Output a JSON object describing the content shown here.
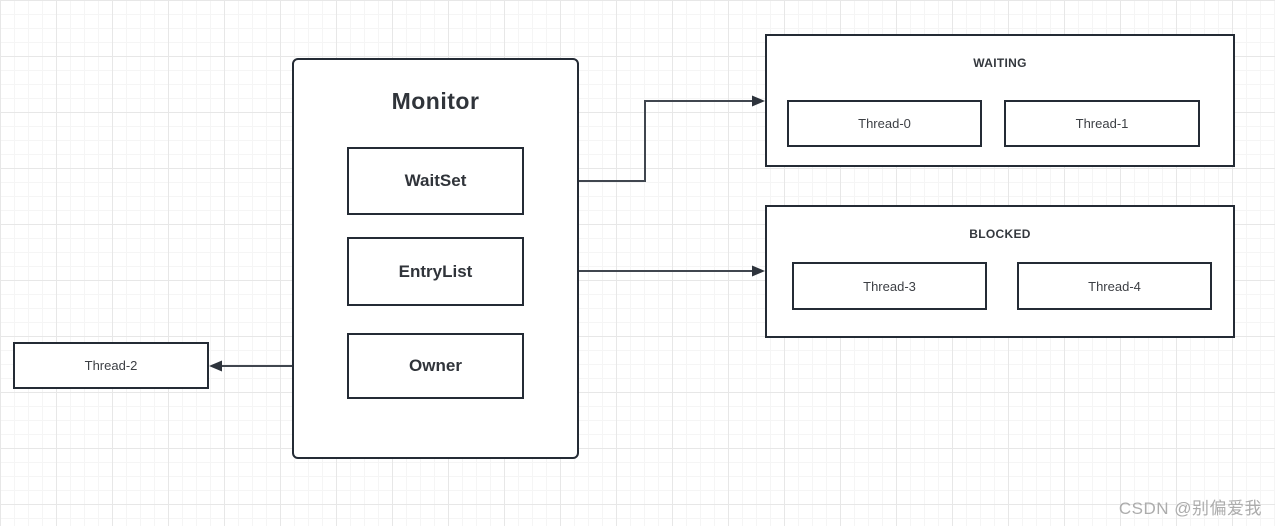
{
  "monitor": {
    "title": "Monitor",
    "items": [
      {
        "label": "WaitSet"
      },
      {
        "label": "EntryList"
      },
      {
        "label": "Owner"
      }
    ]
  },
  "groups": {
    "waiting": {
      "title": "WAITING",
      "threads": [
        {
          "label": "Thread-0"
        },
        {
          "label": "Thread-1"
        }
      ]
    },
    "blocked": {
      "title": "BLOCKED",
      "threads": [
        {
          "label": "Thread-3"
        },
        {
          "label": "Thread-4"
        }
      ]
    }
  },
  "owner_target": {
    "label": "Thread-2"
  },
  "connections": [
    {
      "from": "WaitSet",
      "to": "WAITING"
    },
    {
      "from": "EntryList",
      "to": "BLOCKED"
    },
    {
      "from": "Owner",
      "to": "Thread-2"
    }
  ],
  "colors": {
    "shape_border": "#242b35",
    "connector": "#40464f",
    "text": "#30343a",
    "grid_minor": "#f5f5f5",
    "grid_major": "#e7e7e7",
    "watermark": "#acacac"
  },
  "watermark": "CSDN @别偏爱我"
}
